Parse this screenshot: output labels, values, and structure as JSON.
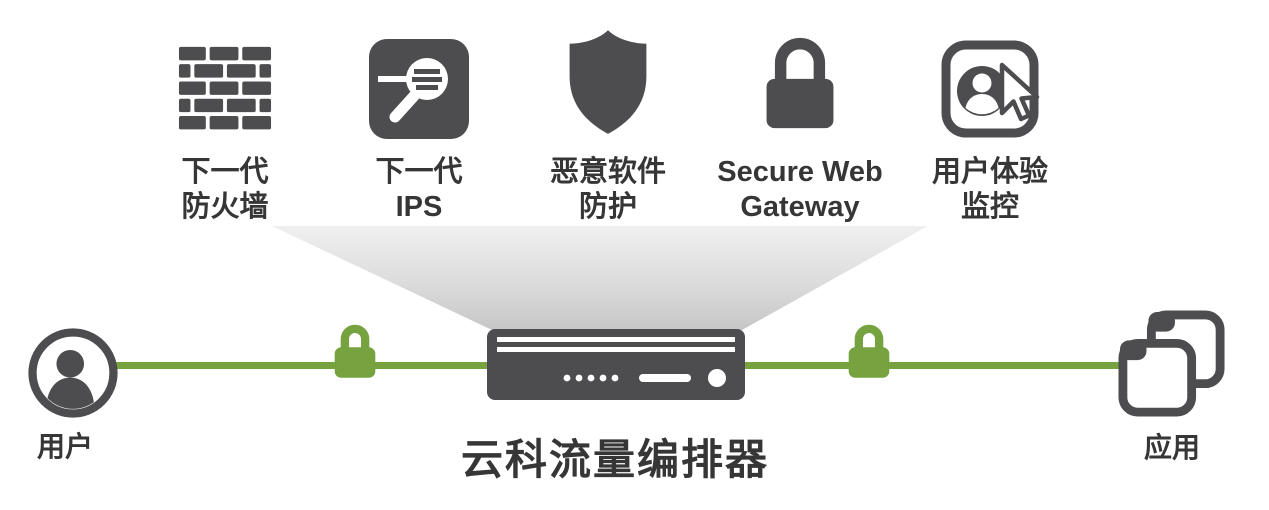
{
  "diagram_title": "traffic-orchestrator-security-services-diagram",
  "services": [
    {
      "icon": "firewall-bricks-icon",
      "lines": [
        "下一代",
        "防火墙"
      ]
    },
    {
      "icon": "ips-magnifier-icon",
      "lines": [
        "下一代",
        "IPS"
      ]
    },
    {
      "icon": "malware-shield-icon",
      "lines": [
        "恶意软件",
        "防护"
      ]
    },
    {
      "icon": "secure-gateway-padlock-icon",
      "lines": [
        "Secure Web",
        "Gateway"
      ]
    },
    {
      "icon": "user-experience-monitor-icon",
      "lines": [
        "用户体验",
        "监控"
      ]
    }
  ],
  "flow": {
    "user": {
      "icon": "user-circle-icon",
      "label": "用户"
    },
    "left_lock": {
      "icon": "green-padlock-icon"
    },
    "orchestrator": {
      "icon": "appliance-icon",
      "label": "云科流量编排器"
    },
    "right_lock": {
      "icon": "green-padlock-icon"
    },
    "app": {
      "icon": "app-windows-icon",
      "label": "应用"
    }
  },
  "colors": {
    "dark_gray": "#4d4d4f",
    "green": "#76a240",
    "funnel_top": "#f0f0f0",
    "funnel_bottom": "#c6c6c6",
    "text": "#363636",
    "background": "#ffffff"
  }
}
